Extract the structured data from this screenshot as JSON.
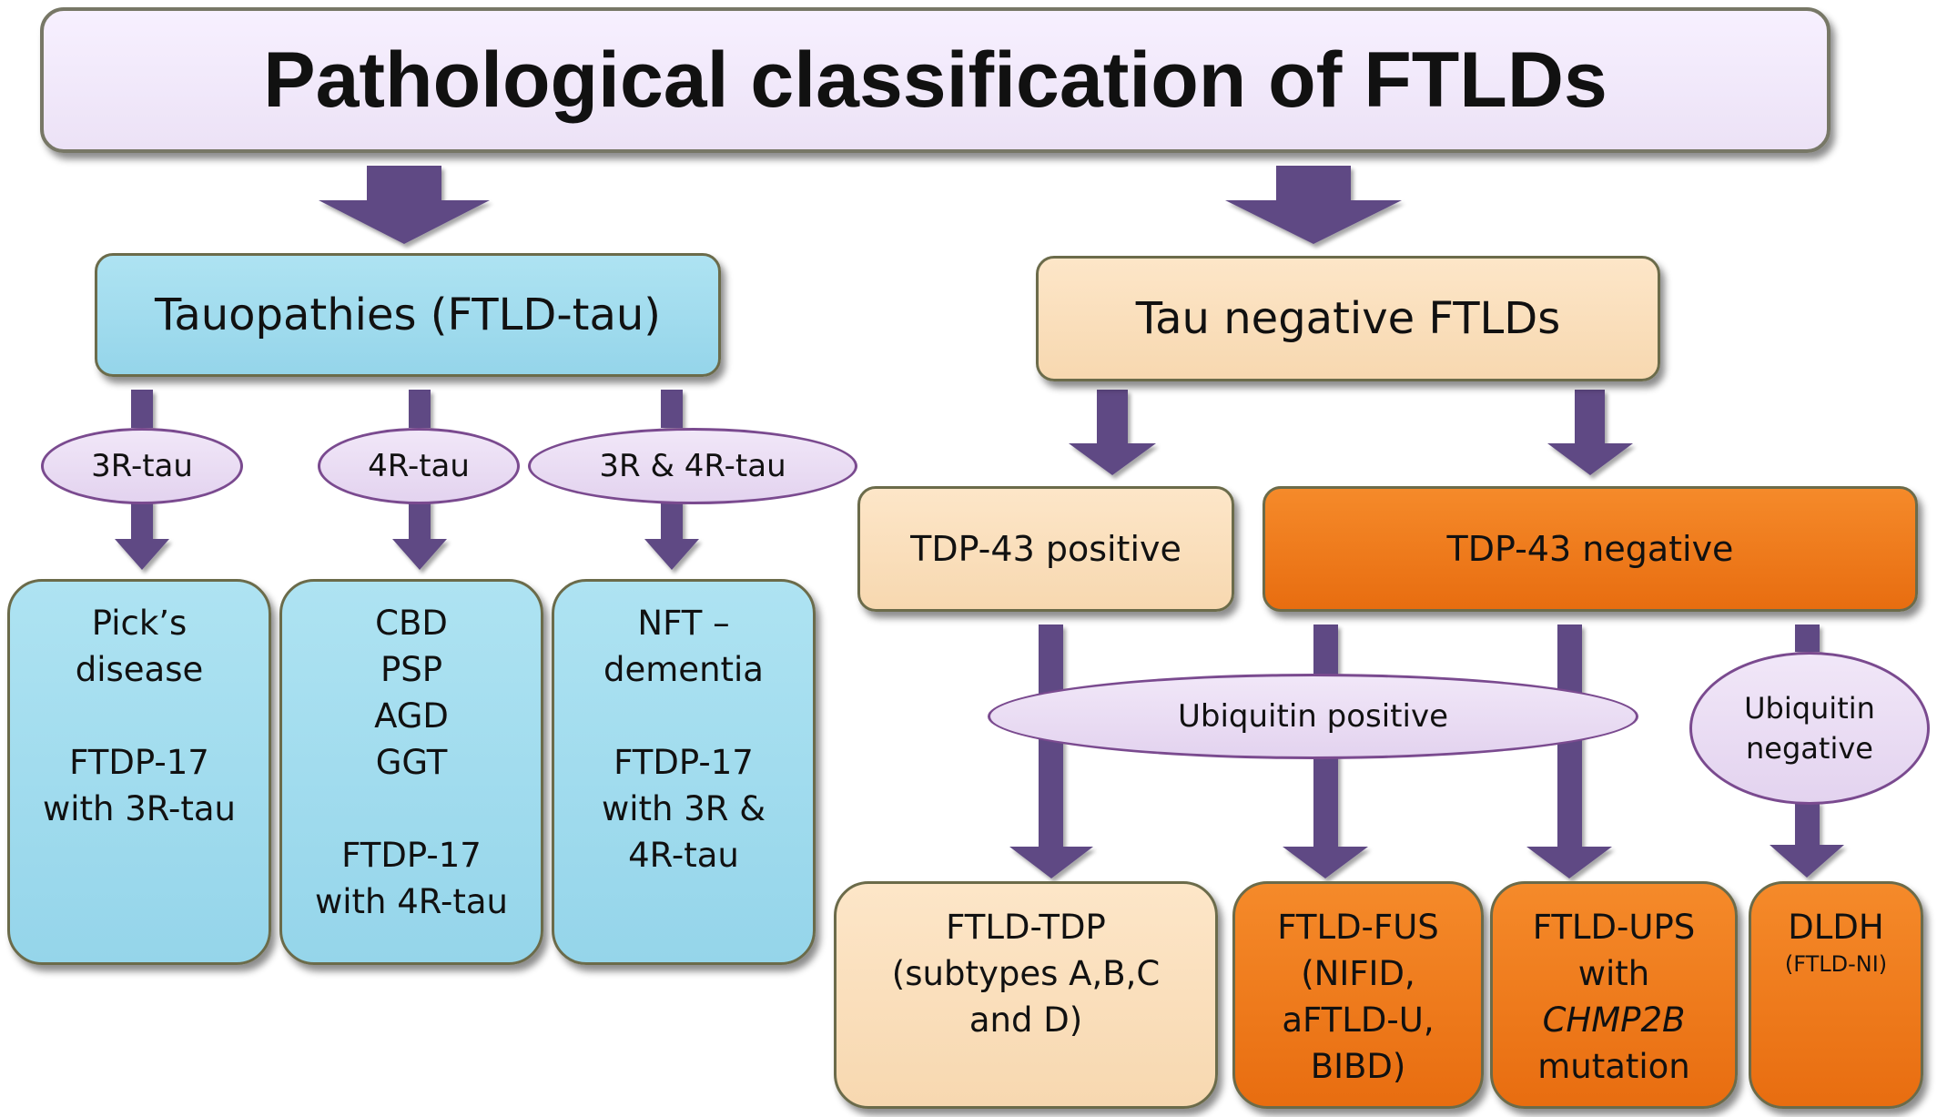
{
  "title": "Pathological classification of FTLDs",
  "tauopathies": {
    "label": "Tauopathies (FTLD-tau)",
    "isoforms": [
      "3R-tau",
      "4R-tau",
      "3R  & 4R-tau"
    ],
    "boxes": [
      "Pick’s\ndisease\n\nFTDP-17\nwith 3R-tau",
      "CBD\nPSP\nAGD\nGGT\n\nFTDP-17\nwith 4R-tau",
      "NFT –\ndementia\n\nFTDP-17\nwith 3R &\n4R-tau"
    ]
  },
  "tau_negative": {
    "label": "Tau negative FTLDs",
    "tdp_positive": "TDP-43 positive",
    "tdp_negative": "TDP-43 negative",
    "ubiquitin_positive": "Ubiquitin positive",
    "ubiquitin_negative": "Ubiquitin\nnegative",
    "ftld_tdp": "FTLD-TDP\n(subtypes A,B,C\nand D)",
    "ftld_fus": "FTLD-FUS\n(NIFID,\naFTLD-U,\nBIBD)",
    "ftld_ups": {
      "line1": "FTLD-UPS",
      "line2": "with",
      "gene": "CHMP2B",
      "line4": "mutation"
    },
    "dldh": {
      "label": "DLDH",
      "sub": "(FTLD-NI)"
    }
  },
  "colors": {
    "arrow": "#5e4a84",
    "tau_box": "#9fdaed",
    "tau_negative_box": "#fbe0bd",
    "tdp_negative_box": "#ef7a1a",
    "ellipse": "#e9ddf3"
  }
}
